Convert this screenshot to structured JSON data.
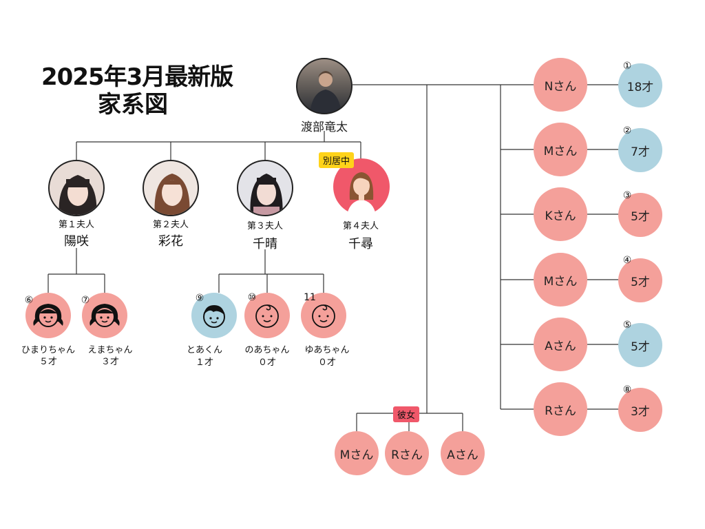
{
  "title": {
    "line1": "2025年3月最新版",
    "line2": "家系図"
  },
  "root": {
    "name": "渡部竜太"
  },
  "wives": [
    {
      "order": "第１夫人",
      "name": "陽咲"
    },
    {
      "order": "第２夫人",
      "name": "彩花"
    },
    {
      "order": "第３夫人",
      "name": "千晴"
    },
    {
      "order": "第４夫人",
      "name": "千尋",
      "badge": "別居中"
    }
  ],
  "children_wife1": [
    {
      "num": "⑥",
      "name": "ひまりちゃん",
      "age": "５才"
    },
    {
      "num": "⑦",
      "name": "えまちゃん",
      "age": "３才"
    }
  ],
  "children_wife3": [
    {
      "num": "⑨",
      "name": "とあくん",
      "age": "１才"
    },
    {
      "num": "⑩",
      "name": "のあちゃん",
      "age": "０才"
    },
    {
      "num": "11",
      "name": "ゆあちゃん",
      "age": "０才"
    }
  ],
  "girlfriends": {
    "badge": "彼女",
    "names": [
      "Mさん",
      "Rさん",
      "Aさん"
    ]
  },
  "partners": [
    {
      "name": "Nさん",
      "child_num": "①",
      "child_age": "18才",
      "child_color": "blue"
    },
    {
      "name": "Mさん",
      "child_num": "②",
      "child_age": "7才",
      "child_color": "blue"
    },
    {
      "name": "Kさん",
      "child_num": "③",
      "child_age": "5才",
      "child_color": "pink"
    },
    {
      "name": "Mさん",
      "child_num": "④",
      "child_age": "5才",
      "child_color": "pink"
    },
    {
      "name": "Aさん",
      "child_num": "⑤",
      "child_age": "5才",
      "child_color": "blue"
    },
    {
      "name": "Rさん",
      "child_num": "⑧",
      "child_age": "3才",
      "child_color": "pink"
    }
  ],
  "colors": {
    "pink": "#f4a09a",
    "blue": "#aed3e0",
    "badge_yellow": "#ffd31a",
    "badge_red": "#f0586a"
  }
}
